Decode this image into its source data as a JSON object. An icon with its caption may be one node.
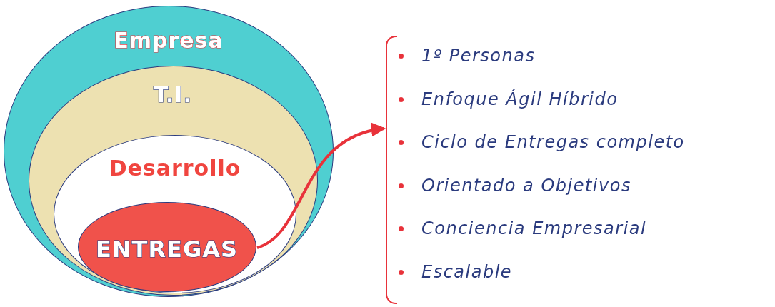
{
  "diagram": {
    "nodes": [
      {
        "text": [
          "Empresa"
        ]
      },
      {
        "text": [
          "T.I."
        ],
        "in": 0
      },
      {
        "text": [
          "Desarrollo"
        ],
        "in": 1
      },
      {
        "text": [
          "ENTREGAS"
        ],
        "in": 2
      },
      {
        "text": [],
        "shape": "bracket"
      }
    ],
    "edges": [
      {
        "from": 3,
        "to": 4,
        "arrow": "to"
      }
    ],
    "labels": [
      "1º Personas",
      "Enfoque Ágil Híbrido",
      "Ciclo de Entregas completo",
      "Orientado a Objetivos",
      "Conciencia Empresarial",
      "Escalable"
    ]
  }
}
